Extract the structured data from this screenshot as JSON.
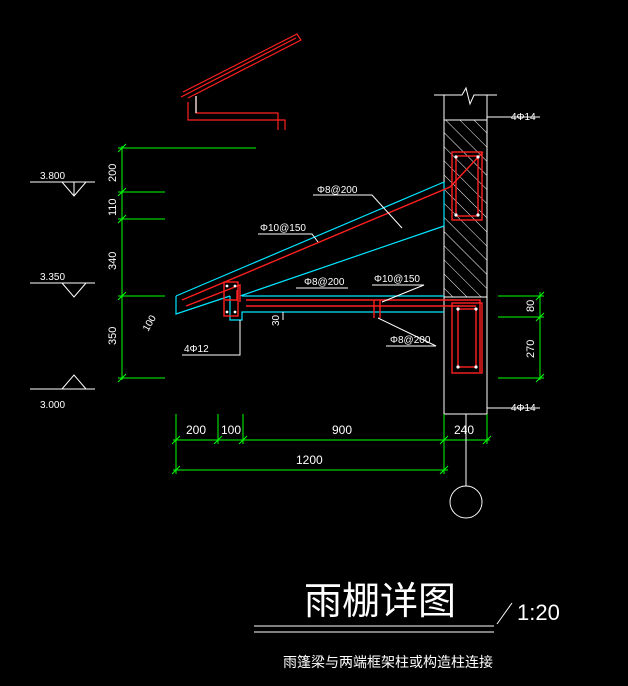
{
  "drawing": {
    "title": "雨棚详图",
    "scale": "1:20",
    "subtitle": "雨篷梁与两端框架柱或构造柱连接"
  },
  "elevations": [
    "3.800",
    "3.350",
    "3.000"
  ],
  "vertical_dims_left": [
    "200",
    "110",
    "340",
    "350"
  ],
  "vertical_dims_right": [
    "80",
    "270"
  ],
  "horizontal_dims": [
    "200",
    "100",
    "900",
    "240",
    "1200"
  ],
  "rebar_labels": {
    "top_column": "4Φ14",
    "bottom_column": "4Φ14",
    "slope_top": "Φ8@200",
    "slope_main": "Φ10@150",
    "slope_dist": "Φ8@200",
    "slab_top": "Φ10@150",
    "slab_stirrup": "Φ8@200",
    "edge_beam": "4Φ12",
    "slope_thk": "100",
    "slab_thk": "30"
  },
  "colors": {
    "background": "#000000",
    "dimension": "#00ff00",
    "outline": "#00ffff",
    "rebar": "#ff2020",
    "text": "#ffffff"
  }
}
